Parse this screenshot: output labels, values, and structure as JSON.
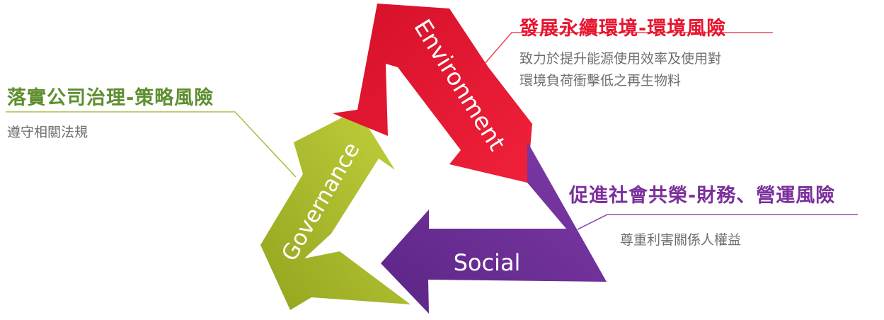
{
  "environment": {
    "label": "Environment",
    "title": "發展永續環境-環境風險",
    "description_lines": [
      "致力於提升能源使用效率及使用對",
      "環境負荷衝擊低之再生物料"
    ],
    "color": "#e8142f"
  },
  "governance": {
    "label": "Governance",
    "title": "落實公司治理-策略風險",
    "description_lines": [
      "遵守相關法規"
    ],
    "color": "#b5c532"
  },
  "social": {
    "label": "Social",
    "title": "促進社會共榮-財務、營運風險",
    "description_lines": [
      "尊重利害關係人權益"
    ],
    "color": "#6e2f96"
  }
}
